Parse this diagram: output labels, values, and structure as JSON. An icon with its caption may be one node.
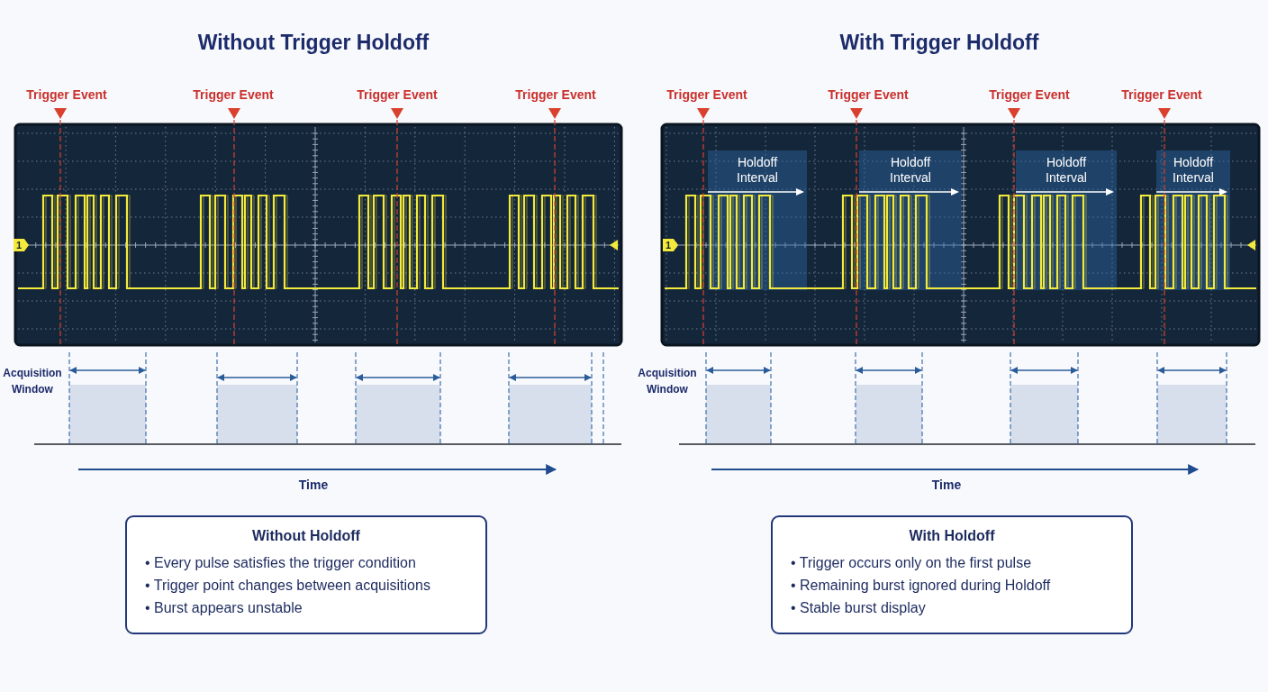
{
  "diagram": {
    "nodes": [
      {
        "text": [
          "Holdoff Interval"
        ]
      },
      {
        "text": [
          "Holdoff Interval"
        ]
      },
      {
        "text": [
          "Holdoff Interval"
        ]
      },
      {
        "text": [
          "Holdoff Interval"
        ]
      },
      {
        "text": [
          "Without Holdoff",
          "• Every pulse satisfies the trigger condition",
          "• Trigger point changes between acquisitions",
          "• Burst appears unstable"
        ]
      },
      {
        "text": [
          "With Holdoff",
          "• Trigger occurs only on the first pulse",
          "• Remaining burst ignored during Holdoff",
          "• Stable burst display"
        ]
      }
    ],
    "labels": [
      "Without Trigger Holdoff",
      "With Trigger Holdoff",
      "Trigger Event",
      "Trigger Event",
      "Trigger Event",
      "Trigger Event",
      "Trigger Event",
      "Trigger Event",
      "Trigger Event",
      "Trigger Event",
      "1",
      "1",
      "Acquisition Window",
      "Acquisition Window",
      "Time",
      "Time"
    ]
  }
}
